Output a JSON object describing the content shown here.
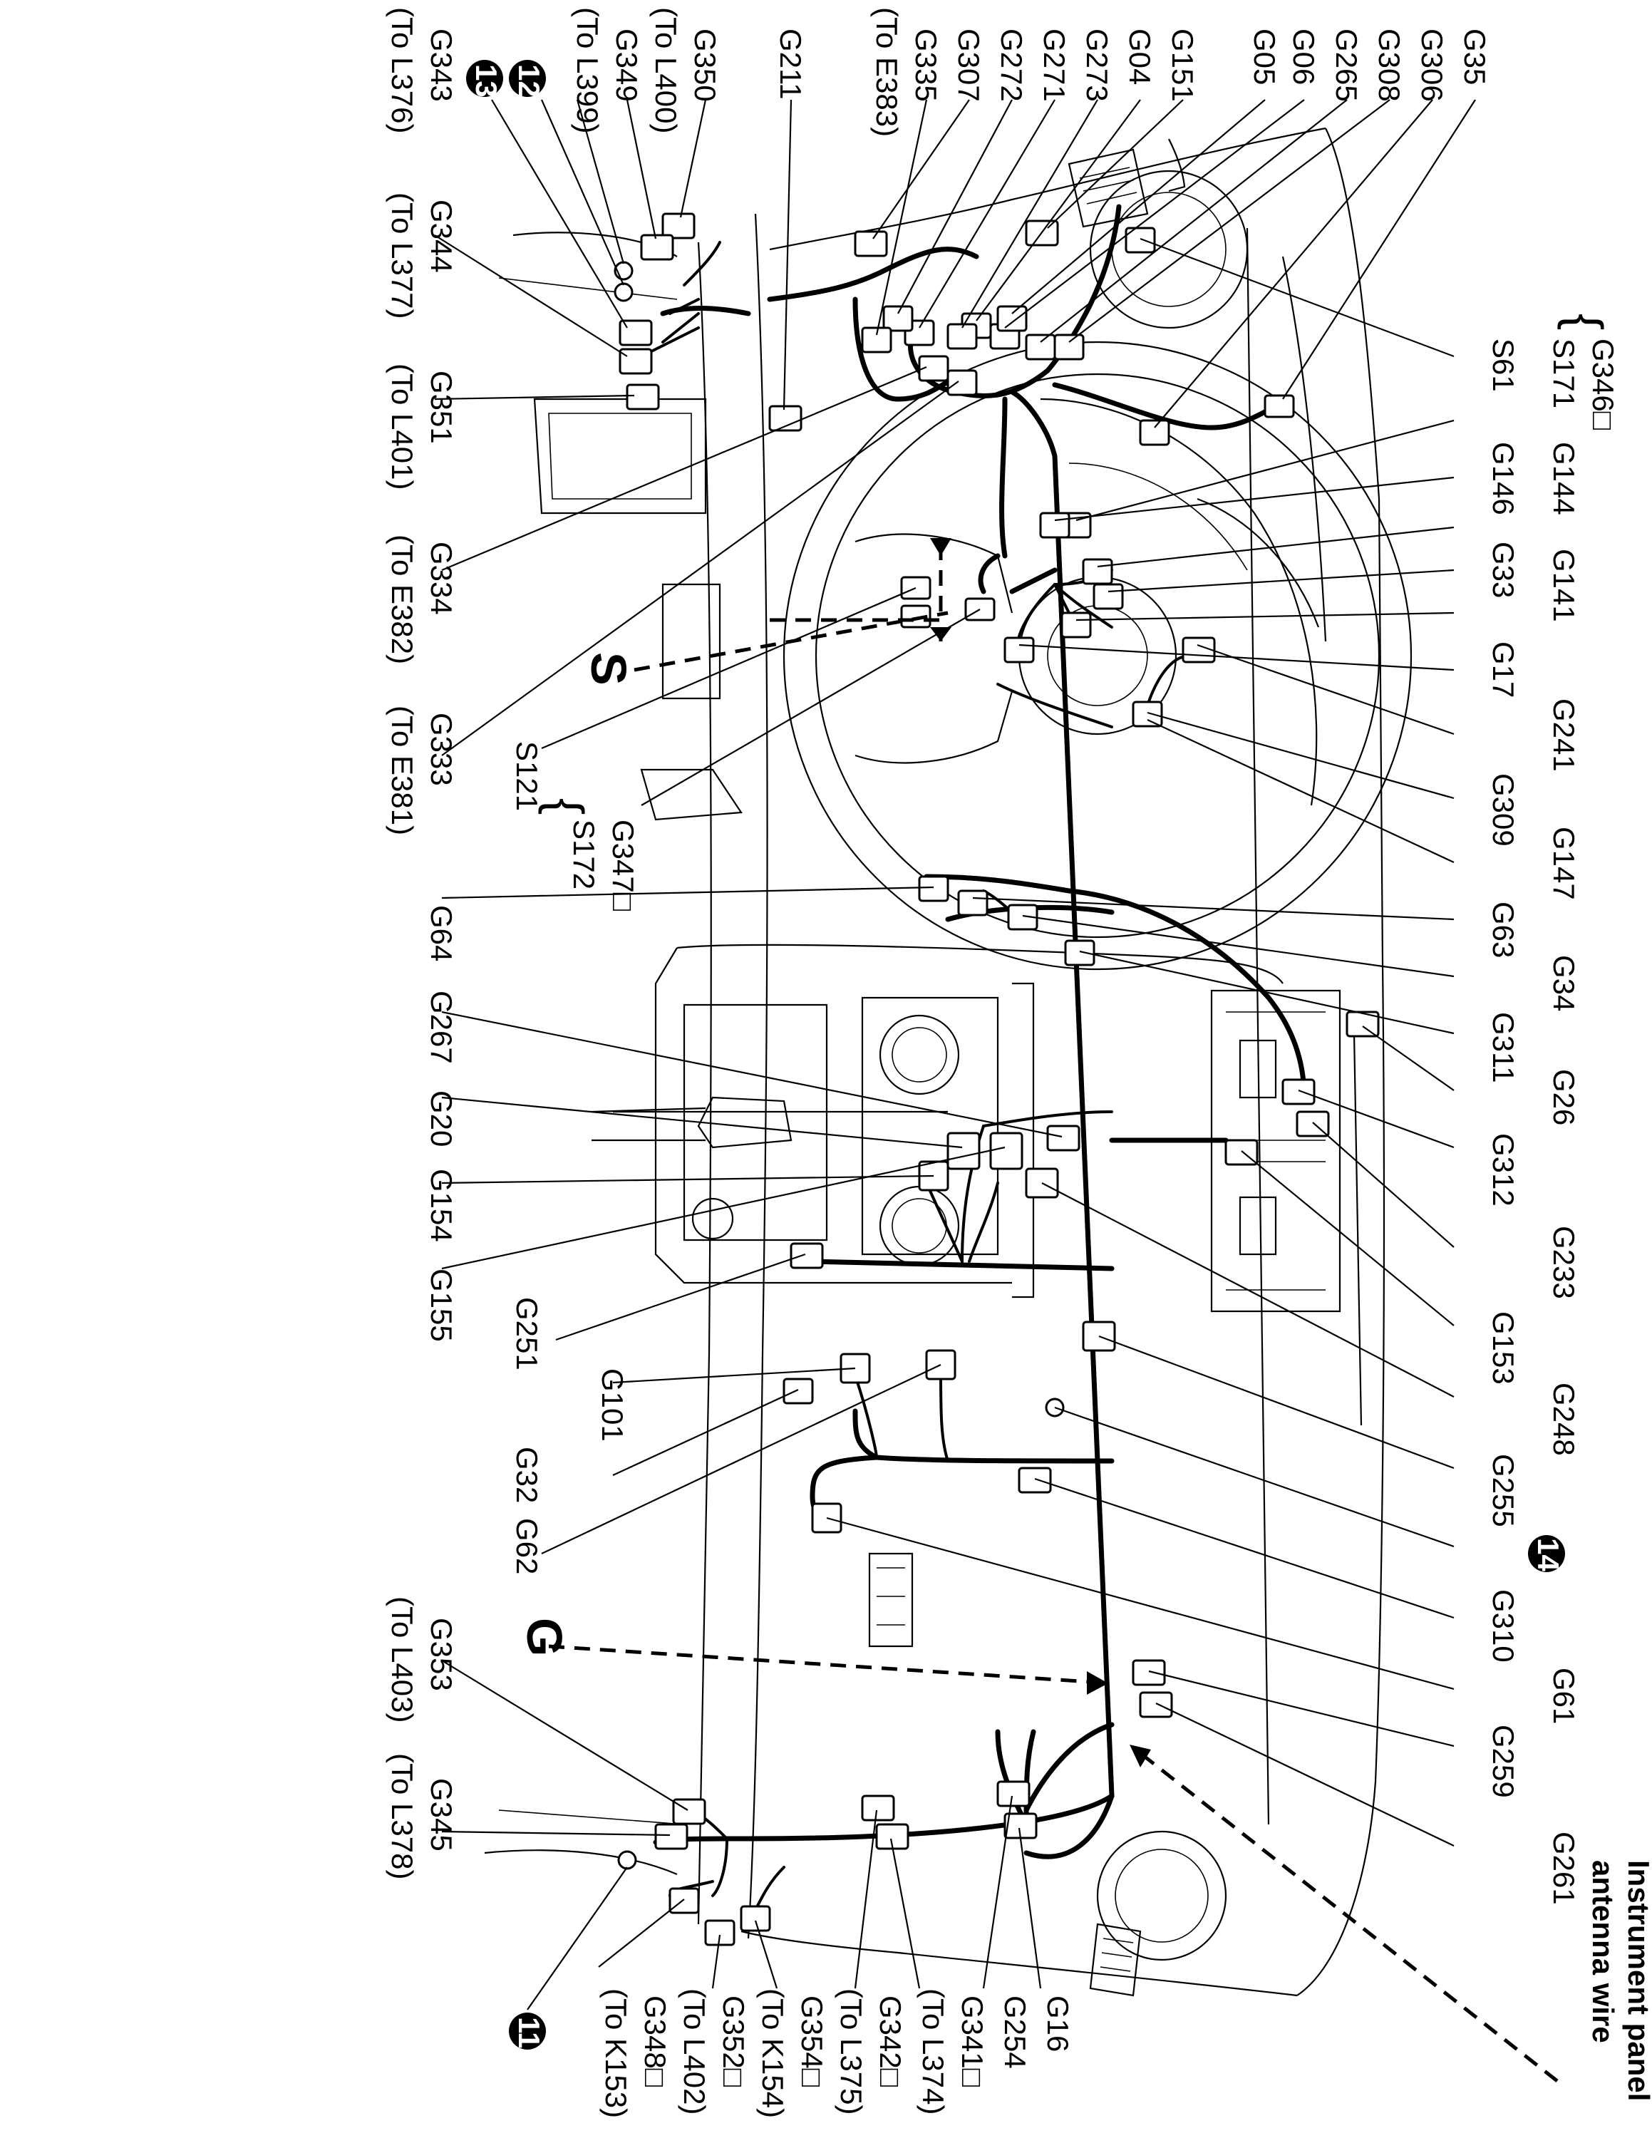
{
  "labels": {
    "g35": "G35",
    "g306": "G306",
    "g308": "G308",
    "g265": "G265",
    "g06": "G06",
    "g05": "G05",
    "g151": "G151",
    "g04": "G04",
    "g273": "G273",
    "g271": "G271",
    "g272": "G272",
    "g307": "G307",
    "g335": "G335",
    "to_e383": "(To E383)",
    "g211": "G211",
    "g350": "G350",
    "to_l400": "(To L400)",
    "g349": "G349",
    "to_l399": "(To L399)",
    "n12": "12",
    "n13": "13",
    "g343": "G343",
    "to_l376": "(To L376)",
    "g344": "G344",
    "to_l377": "(To L377)",
    "g351": "G351",
    "to_l401": "(To L401)",
    "g334": "G334",
    "to_e382": "(To E382)",
    "g333": "G333",
    "to_e381": "(To E381)",
    "g346": "G346□",
    "s171": "S171",
    "s61": "S61",
    "g146": "G146",
    "g144": "G144",
    "g33": "G33",
    "g141": "G141",
    "g17": "G17",
    "g241": "G241",
    "g309": "G309",
    "g147": "G147",
    "g63": "G63",
    "g34": "G34",
    "g311": "G311",
    "g26": "G26",
    "g312": "G312",
    "g233": "G233",
    "g153": "G153",
    "g248": "G248",
    "g255": "G255",
    "n14": "14",
    "g310": "G310",
    "g61": "G61",
    "g259": "G259",
    "g261": "G261",
    "antenna_1": "Instrument panel",
    "antenna_2": "antenna wire",
    "s": "S",
    "s121": "S121",
    "g347": "G347□",
    "s172": "S172",
    "g64": "G64",
    "g267": "G267",
    "g20": "G20",
    "g154": "G154",
    "g155": "G155",
    "g251": "G251",
    "g101": "G101",
    "g32": "G32",
    "g62": "G62",
    "g": "G",
    "g353": "G353",
    "to_l403": "(To L403)",
    "g345": "G345",
    "to_l378": "(To L378)",
    "g16": "G16",
    "g254": "G254",
    "g341": "G341□",
    "to_l374": "(To L374)",
    "g342": "G342□",
    "to_l375": "(To L375)",
    "g354": "G354□",
    "to_k154": "(To K154)",
    "g352": "G352□",
    "to_l402": "(To L402)",
    "g348": "G348□",
    "to_k153": "(To K153)",
    "n11": "11"
  }
}
